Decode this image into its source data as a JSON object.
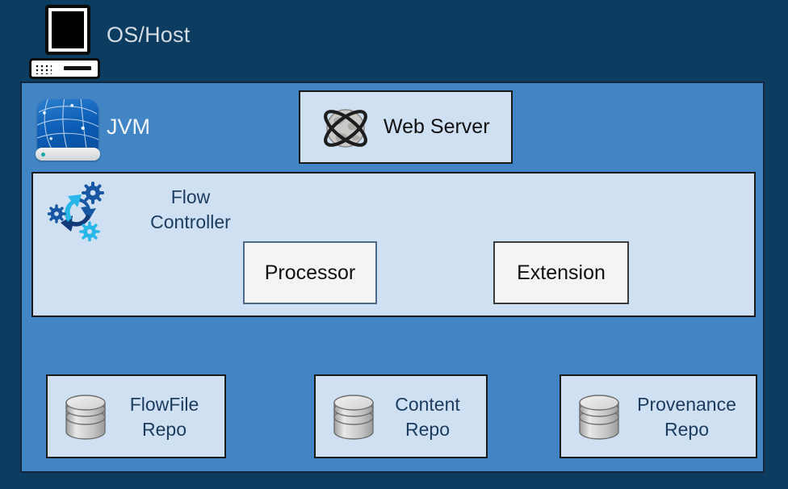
{
  "diagram": {
    "title": "OS/Host",
    "type": "architecture-diagram",
    "colors": {
      "outer_background": "#0d3c61",
      "jvm_container": "#4285c4",
      "panel_fill": "#cfe0f2",
      "inner_box_fill": "#f4f4f4",
      "label_dark_blue": "#1b3c5e",
      "label_light": "#d4dbe2"
    }
  },
  "os_host": {
    "label": "OS/Host",
    "icon": "computer-monitor-icon"
  },
  "jvm": {
    "label": "JVM",
    "icon": "jvm-network-appliance-icon"
  },
  "web_server": {
    "label": "Web Server",
    "icon": "globe-orbit-icon"
  },
  "flow_controller": {
    "label_line1": "Flow",
    "label_line2": "Controller",
    "icon": "gears-cycle-icon",
    "inner_boxes": [
      {
        "name": "processor",
        "label": "Processor"
      },
      {
        "name": "extension",
        "label": "Extension"
      }
    ]
  },
  "repositories": [
    {
      "name": "flowfile-repo",
      "label_line1": "FlowFile",
      "label_line2": "Repo",
      "icon": "database-cylinder-icon"
    },
    {
      "name": "content-repo",
      "label_line1": "Content",
      "label_line2": "Repo",
      "icon": "database-cylinder-icon"
    },
    {
      "name": "provenance-repo",
      "label_line1": "Provenance",
      "label_line2": "Repo",
      "icon": "database-cylinder-icon"
    }
  ]
}
